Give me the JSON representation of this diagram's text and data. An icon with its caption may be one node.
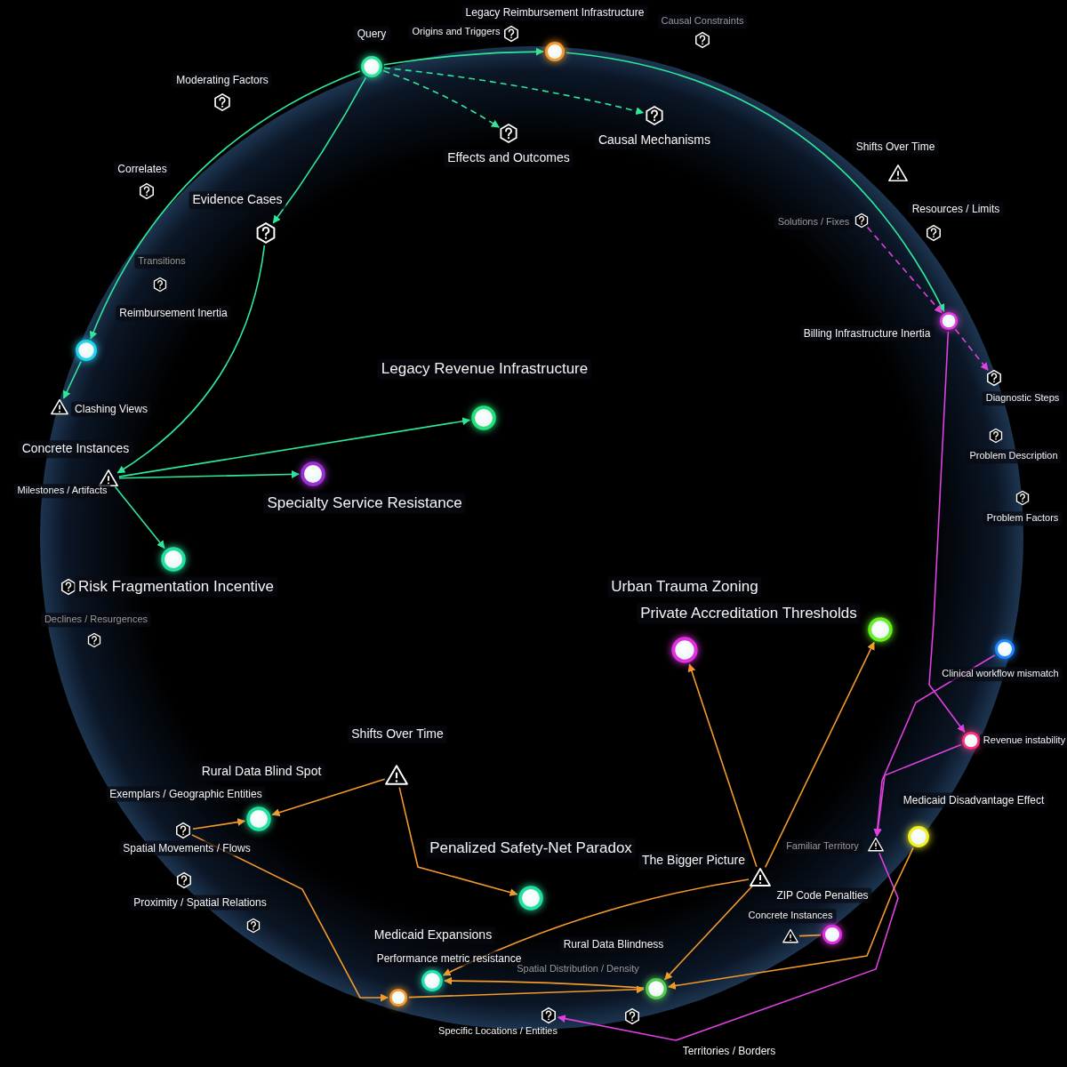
{
  "diagram": {
    "nodes": [
      {
        "text": [
          "Query"
        ]
      },
      {
        "text": [
          "Legacy Reimbursement Infrastructure"
        ]
      },
      {
        "text": [
          "Causal Constraints"
        ]
      },
      {
        "text": [
          "Origins and Triggers"
        ]
      },
      {
        "text": [
          "Causal Mechanisms"
        ]
      },
      {
        "text": [
          "Effects and Outcomes"
        ]
      },
      {
        "text": [
          "Moderating Factors"
        ]
      },
      {
        "text": [
          "Correlates"
        ]
      },
      {
        "text": [
          "Evidence Cases"
        ]
      },
      {
        "text": [
          "Transitions"
        ]
      },
      {
        "text": [
          "Reimbursement Inertia"
        ]
      },
      {
        "text": [
          "Clashing Views"
        ]
      },
      {
        "text": [
          "Concrete Instances",
          "Milestones / Artifacts"
        ]
      },
      {
        "text": [
          "Legacy Revenue Infrastructure"
        ]
      },
      {
        "text": [
          "Specialty Service Resistance"
        ]
      },
      {
        "text": [
          "Risk Fragmentation Incentive"
        ]
      },
      {
        "text": [],
        "shape": "circle"
      },
      {
        "text": [
          "Declines / Resurgences"
        ]
      },
      {
        "text": [
          "Shifts Over Time"
        ]
      },
      {
        "text": [
          "Solutions / Fixes"
        ]
      },
      {
        "text": [
          "Resources / Limits"
        ]
      },
      {
        "text": [
          "Billing Infrastructure Inertia"
        ]
      },
      {
        "text": [
          "Diagnostic Steps"
        ]
      },
      {
        "text": [
          "Problem Description"
        ]
      },
      {
        "text": [
          "Problem Factors"
        ]
      },
      {
        "text": [
          "Clinical workflow mismatch"
        ]
      },
      {
        "text": [
          "Revenue instability"
        ]
      },
      {
        "text": [
          "Familiar Territory"
        ]
      },
      {
        "text": [
          "Medicaid Disadvantage Effect"
        ]
      },
      {
        "text": [
          "Urban Trauma Zoning"
        ]
      },
      {
        "text": [
          "Private Accreditation Thresholds"
        ]
      },
      {
        "text": [
          "The Bigger Picture"
        ]
      },
      {
        "text": [
          "Concrete Instances"
        ]
      },
      {
        "text": [
          "ZIP Code Penalties"
        ]
      },
      {
        "text": [
          "Rural Data Blindness"
        ]
      },
      {
        "text": [],
        "shape": "hexagon"
      },
      {
        "text": [],
        "shape": "hexagon"
      },
      {
        "text": [
          "Medicaid Expansions",
          "Performance metric resistance"
        ]
      },
      {
        "text": [],
        "shape": "circle"
      },
      {
        "text": [],
        "shape": "hexagon"
      },
      {
        "text": [
          "Proximity / Spatial Relations"
        ]
      },
      {
        "text": [
          "Exemplars / Geographic Entities",
          "Spatial Movements / Flows"
        ]
      },
      {
        "text": [
          "Rural Data Blind Spot"
        ]
      },
      {
        "text": [
          "Shifts Over Time"
        ]
      },
      {
        "text": [
          "Penalized Safety-Net Paradox"
        ]
      }
    ],
    "edges": [
      {
        "from": 0,
        "to": 1,
        "arrow": "to",
        "color": "#2ee89a"
      },
      {
        "from": 0,
        "to": 4,
        "arrow": "to",
        "style": "dashed",
        "color": "#2ee89a"
      },
      {
        "from": 0,
        "to": 5,
        "arrow": "to",
        "style": "dashed",
        "color": "#2ee89a"
      },
      {
        "from": 0,
        "to": 10,
        "arrow": "to",
        "color": "#2ee89a"
      },
      {
        "from": 0,
        "to": 8,
        "arrow": "to",
        "color": "#2ee89a"
      },
      {
        "from": 8,
        "to": 12,
        "arrow": "to",
        "color": "#2ee89a"
      },
      {
        "from": 10,
        "to": 11,
        "arrow": "to",
        "color": "#2ee89a"
      },
      {
        "from": 1,
        "to": 21,
        "arrow": "to",
        "color": "#2ee89a"
      },
      {
        "from": 12,
        "to": 13,
        "arrow": "to",
        "color": "#2ee89a"
      },
      {
        "from": 12,
        "to": 14,
        "arrow": "to",
        "color": "#2ee89a"
      },
      {
        "from": 12,
        "to": 16,
        "arrow": "to",
        "color": "#2ee89a"
      },
      {
        "from": 19,
        "to": 21,
        "arrow": "to",
        "style": "dashed",
        "color": "#e040e0"
      },
      {
        "from": 21,
        "to": 22,
        "arrow": "to",
        "style": "dashed",
        "color": "#e040e0"
      },
      {
        "from": 21,
        "to": 26,
        "arrow": "to",
        "color": "#e040e0"
      },
      {
        "from": 25,
        "to": 27,
        "arrow": "to",
        "color": "#e040e0"
      },
      {
        "from": 26,
        "to": 27,
        "arrow": "to",
        "color": "#e040e0"
      },
      {
        "from": 27,
        "to": 35,
        "arrow": "to",
        "color": "#e040e0"
      },
      {
        "from": 31,
        "to": 29,
        "arrow": "to"
      },
      {
        "from": 31,
        "to": 30,
        "arrow": "to"
      },
      {
        "from": 31,
        "to": 37,
        "arrow": "to"
      },
      {
        "from": 31,
        "to": 34,
        "arrow": "to"
      },
      {
        "from": 33,
        "to": 32,
        "arrow": "none"
      },
      {
        "from": 28,
        "to": 34,
        "arrow": "to"
      },
      {
        "from": 43,
        "to": 42,
        "arrow": "to"
      },
      {
        "from": 43,
        "to": 44,
        "arrow": "to"
      },
      {
        "from": 41,
        "to": 42,
        "arrow": "to"
      },
      {
        "from": 41,
        "to": 38,
        "arrow": "to"
      },
      {
        "from": 38,
        "to": 34,
        "arrow": "to"
      },
      {
        "from": 34,
        "to": 37,
        "arrow": "to"
      }
    ],
    "labels": [
      "Spatial Distribution / Density",
      "Specific Locations / Entities",
      "Territories / Borders"
    ]
  }
}
